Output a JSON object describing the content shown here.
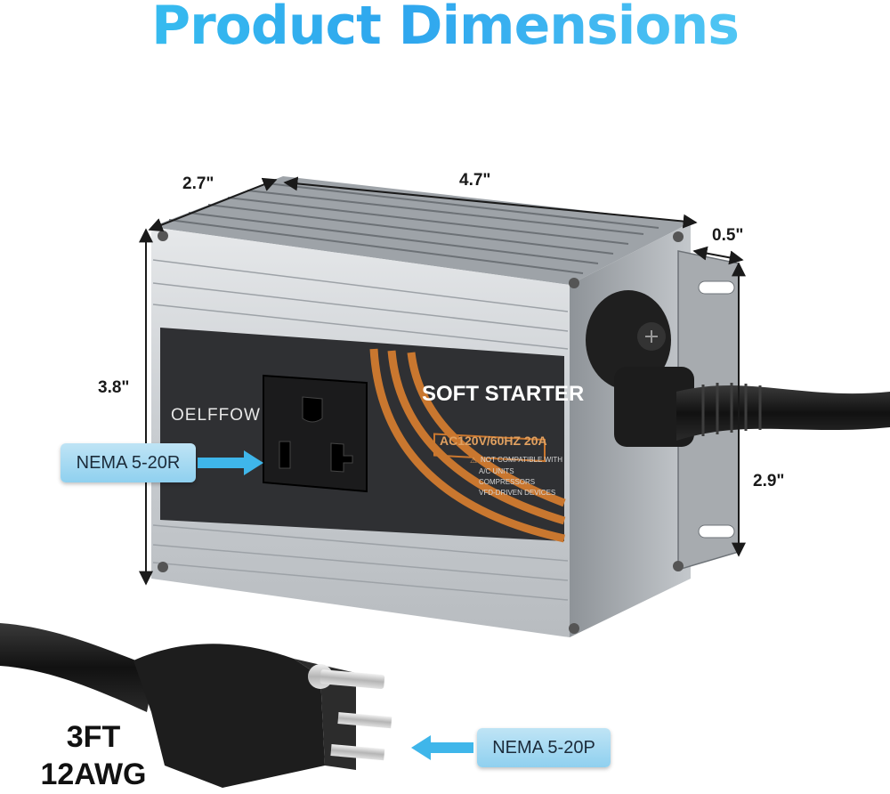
{
  "title": "Product Dimensions",
  "dimensions": {
    "depth": "2.7\"",
    "width": "4.7\"",
    "flange": "0.5\"",
    "height": "3.8\"",
    "bracket_height": "2.9\""
  },
  "device": {
    "brand": "OELFFOW",
    "product_name": "SOFT STARTER",
    "rating": "AC120V/60HZ 20A",
    "warning_title": "NOT COMPATIBLE WITH",
    "warning_items": [
      "A/C UNITS",
      "COMPRESSORS",
      "VFD-DRIVEN DEVICES"
    ]
  },
  "callouts": {
    "receptacle": "NEMA 5-20R",
    "plug": "NEMA 5-20P"
  },
  "cable": {
    "length": "3FT",
    "gauge": "12AWG"
  },
  "colors": {
    "title_gradient_start": "#3cc8f0",
    "title_gradient_end": "#5fd4f6",
    "accent_orange": "#c9772f",
    "callout_bg": "#a9dbf2",
    "arrow": "#3fb6ea"
  }
}
